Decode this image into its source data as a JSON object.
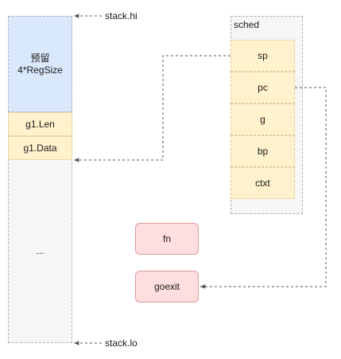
{
  "stack": {
    "reserved_line1": "预留",
    "reserved_line2": "4*RegSize",
    "g1_len": "g1.Len",
    "g1_data": "g1.Data",
    "ellipsis": "...",
    "hi_label": "stack.hi",
    "lo_label": "stack.lo"
  },
  "sched": {
    "title": "sched",
    "fields": [
      "sp",
      "pc",
      "g",
      "bp",
      "ctxt"
    ]
  },
  "functions": {
    "fn": "fn",
    "goexit": "goexit"
  }
}
